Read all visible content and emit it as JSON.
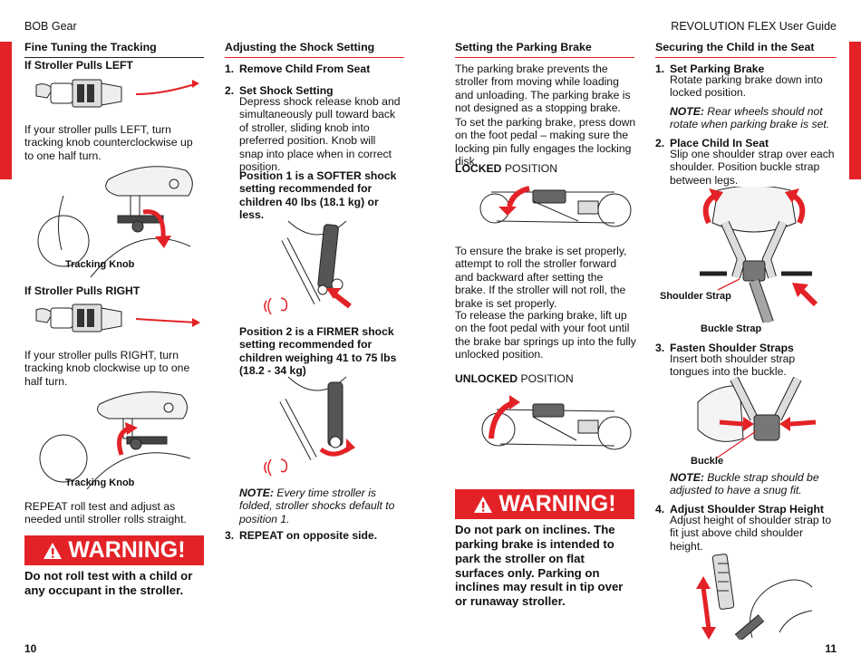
{
  "header": {
    "brand": "BOB Gear",
    "guide": "REVOLUTION FLEX User Guide"
  },
  "left_page": {
    "col1": {
      "section_title": "Fine Tuning the Tracking",
      "sub_left": "If Stroller Pulls LEFT",
      "left_text": "If your stroller pulls LEFT, turn tracking knob counterclockwise up to one half turn.",
      "knob_label_1": "Tracking Knob",
      "sub_right": "If Stroller Pulls RIGHT",
      "right_text": "If your stroller pulls RIGHT, turn tracking knob clockwise up to one half turn.",
      "knob_label_2": "Tracking Knob",
      "repeat_text": "REPEAT roll test and adjust as needed until stroller rolls straight.",
      "warning_label": "WARNING!",
      "warning_text": "Do not roll test with a child or any occupant in the stroller."
    },
    "col2": {
      "section_title": "Adjusting the Shock Setting",
      "step1_num": "1.",
      "step1": "Remove Child From Seat",
      "step2_num": "2.",
      "step2": "Set Shock Setting",
      "step2_text": "Depress shock release knob and simultaneously pull toward back of stroller, sliding knob into preferred position. Knob will snap into place when in correct position.",
      "pos1": "Position 1 is a SOFTER shock setting recommended for children 40 lbs (18.1 kg) or less.",
      "pos2": "Position 2 is a FIRMER shock setting recommended for children weighing 41 to 75 lbs (18.2 - 34 kg)",
      "note_label": "NOTE:",
      "note_text": "Every time stroller is folded, stroller shocks default to position 1.",
      "step3_num": "3.",
      "step3": "REPEAT on opposite side."
    },
    "page_number": "10"
  },
  "right_page": {
    "col3": {
      "section_title": "Setting the Parking Brake",
      "intro": "The parking brake prevents the stroller from moving while loading and unloading. The parking brake is not designed as a stopping brake.",
      "set_text": "To set the parking brake, press down on the foot pedal – making sure the locking pin fully engages the locking disk.",
      "locked_word": "LOCKED",
      "position_word": " POSITION",
      "ensure_text": "To ensure the brake is set properly, attempt to roll the stroller forward and backward after setting the brake. If the stroller will not roll, the brake is set properly.",
      "release_text": "To release the parking brake, lift up on the foot pedal with your foot until the brake bar springs up into the fully unlocked position.",
      "unlocked_word": "UNLOCKED",
      "position_word2": " POSITION",
      "warning_label": "WARNING!",
      "warning_text": "Do not park on inclines. The parking brake is intended to park the stroller on flat surfaces only. Parking on inclines may result in tip over or runaway stroller."
    },
    "col4": {
      "section_title": "Securing the Child in the Seat",
      "step1_num": "1.",
      "step1": "Set Parking Brake",
      "step1_text": "Rotate parking brake down into locked position.",
      "note1_label": "NOTE:",
      "note1_text": " Rear wheels should not rotate when parking brake is set.",
      "step2_num": "2.",
      "step2": "Place Child In Seat",
      "step2_text": "Slip one shoulder strap over each shoulder. Position buckle strap between legs.",
      "shoulder_label": "Shoulder Strap",
      "buckle_strap_label": "Buckle Strap",
      "step3_num": "3.",
      "step3": "Fasten Shoulder Straps",
      "step3_text": "Insert both shoulder strap tongues into the buckle.",
      "buckle_label": "Buckle",
      "note2_label": "NOTE:",
      "note2_text": " Buckle strap should be adjusted to have a snug fit.",
      "step4_num": "4.",
      "step4": "Adjust Shoulder Strap Height",
      "step4_text": "Adjust height of shoulder strap to fit just above child shoulder height."
    },
    "page_number": "11"
  },
  "colors": {
    "accent_red": "#e32227",
    "text": "#111111"
  }
}
